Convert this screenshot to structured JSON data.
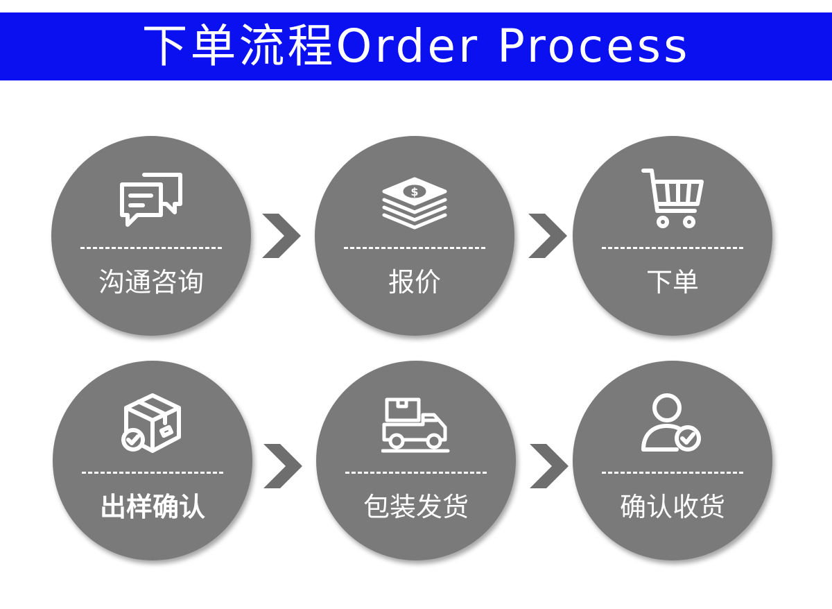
{
  "header": {
    "title": "下单流程Order Process"
  },
  "colors": {
    "banner": "#0a10f0",
    "circle": "#7a7a7a",
    "arrow": "#6e6e6e",
    "text": "#ffffff"
  },
  "steps": [
    {
      "label": "沟通咨询",
      "icon": "chat-bubbles-icon"
    },
    {
      "label": "报价",
      "icon": "money-stack-icon"
    },
    {
      "label": "下单",
      "icon": "shopping-cart-icon"
    },
    {
      "label": "出样确认",
      "icon": "package-check-icon"
    },
    {
      "label": "包装发货",
      "icon": "delivery-truck-icon"
    },
    {
      "label": "确认收货",
      "icon": "user-check-icon"
    }
  ]
}
